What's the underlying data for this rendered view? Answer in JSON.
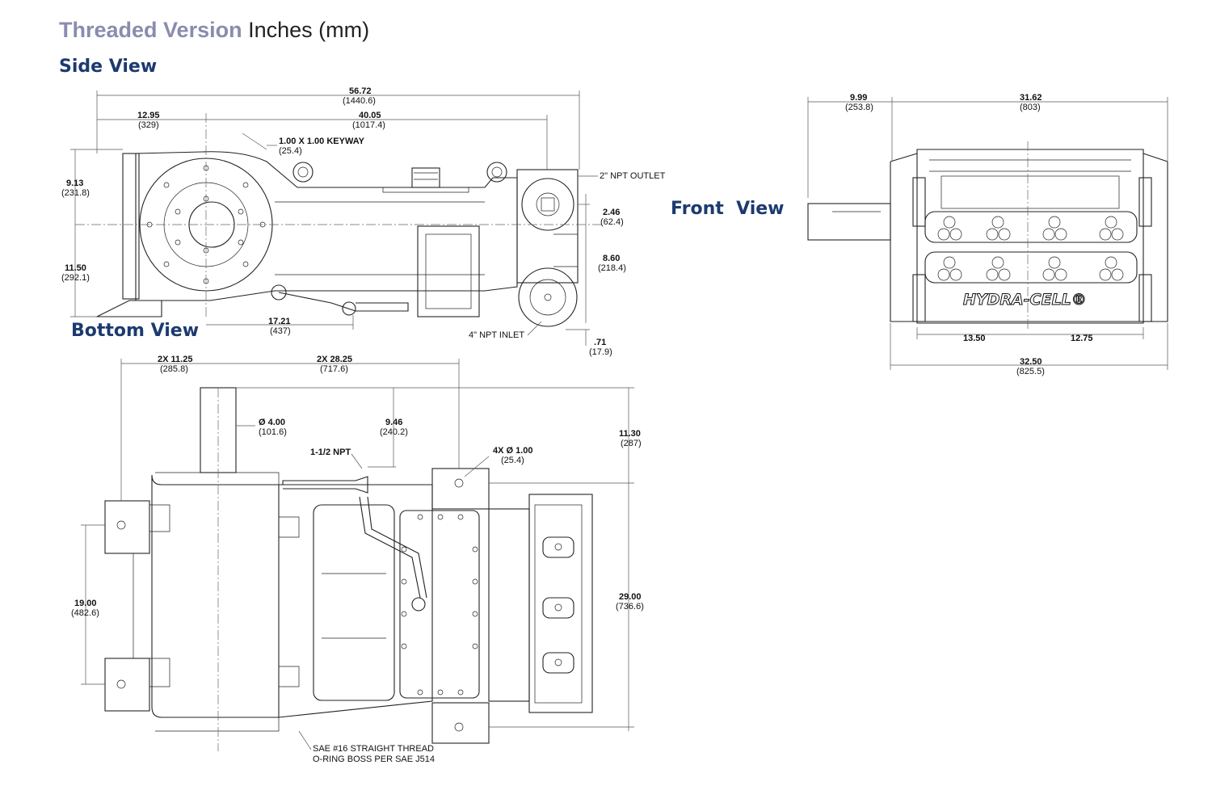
{
  "header": {
    "title_bold": "Threaded Version",
    "title_units": "Inches (mm)",
    "title_color": "#8a8cae"
  },
  "views": {
    "side": "Side View",
    "bottom": "Bottom View",
    "front": "Front  View",
    "label_color": "#1c3a6e"
  },
  "dims": {
    "side_overall": "56.72",
    "side_overall_mm": "(1440.6)",
    "side_shaft": "12.95",
    "side_shaft_mm": "(329)",
    "side_body": "40.05",
    "side_body_mm": "(1017.4)",
    "keyway": "1.00 X 1.00 KEYWAY",
    "keyway_mm": "(25.4)",
    "side_top": "9.13",
    "side_top_mm": "(231.8)",
    "side_bottom": "11.50",
    "side_bottom_mm": "(292.1)",
    "outlet": "2\" NPT OUTLET",
    "outlet_off": "2.46",
    "outlet_off_mm": "(62.4)",
    "inlet_off": "8.60",
    "inlet_off_mm": "(218.4)",
    "mount": "17.21",
    "mount_mm": "(437)",
    "inlet": "4\" NPT INLET",
    "base": ".71",
    "base_mm": "(17.9)",
    "bot_a": "2X 11.25",
    "bot_a_mm": "(285.8)",
    "bot_b": "2X 28.25",
    "bot_b_mm": "(717.6)",
    "shaft_dia": "Ø 4.00",
    "shaft_dia_mm": "(101.6)",
    "npt": "1-1/2 NPT",
    "bot_c": "9.46",
    "bot_c_mm": "(240.2)",
    "holes": "4X Ø 1.00",
    "holes_mm": "(25.4)",
    "bot_d": "11.30",
    "bot_d_mm": "(287)",
    "bot_e": "19.00",
    "bot_e_mm": "(482.6)",
    "bot_f": "29.00",
    "bot_f_mm": "(736.6)",
    "sae1": "SAE #16 STRAIGHT THREAD",
    "sae2": "O-RING BOSS PER SAE J514",
    "front_shaft": "9.99",
    "front_shaft_mm": "(253.8)",
    "front_body": "31.62",
    "front_body_mm": "(803)",
    "front_a": "13.50",
    "front_b": "12.75",
    "front_overall": "32.50",
    "front_overall_mm": "(825.5)"
  },
  "brand": "HYDRA-CELL®"
}
